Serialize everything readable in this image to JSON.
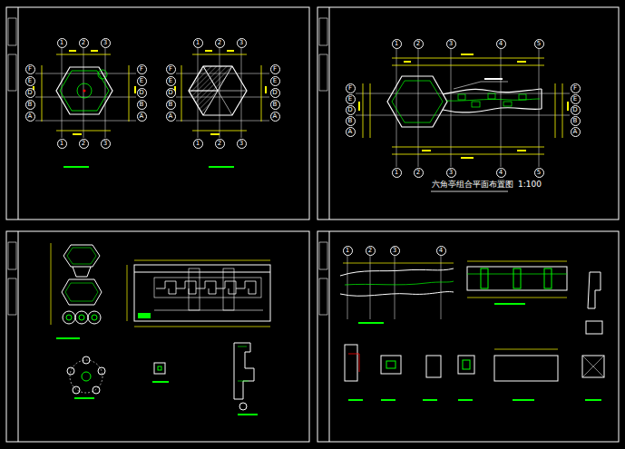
{
  "diagram": {
    "nodes": [
      {
        "text": [
          "1"
        ]
      },
      {
        "text": [
          "2"
        ]
      },
      {
        "text": [
          "3"
        ]
      },
      {
        "text": [
          "F"
        ]
      },
      {
        "text": [
          "E"
        ]
      },
      {
        "text": [
          "D"
        ]
      },
      {
        "text": [
          "B"
        ]
      },
      {
        "text": [
          "A"
        ]
      },
      {
        "text": [
          "F"
        ]
      },
      {
        "text": [
          "E"
        ]
      },
      {
        "text": [
          "D"
        ]
      },
      {
        "text": [
          "B"
        ]
      },
      {
        "text": [
          "A"
        ]
      },
      {
        "text": [
          "1"
        ]
      },
      {
        "text": [
          "2"
        ]
      },
      {
        "text": [
          "3"
        ]
      },
      {
        "text": [
          "1"
        ]
      },
      {
        "text": [
          "2"
        ]
      },
      {
        "text": [
          "3"
        ]
      },
      {
        "text": [
          "F"
        ]
      },
      {
        "text": [
          "E"
        ]
      },
      {
        "text": [
          "D"
        ]
      },
      {
        "text": [
          "B"
        ]
      },
      {
        "text": [
          "A"
        ]
      },
      {
        "text": [
          "F"
        ]
      },
      {
        "text": [
          "E"
        ]
      },
      {
        "text": [
          "D"
        ]
      },
      {
        "text": [
          "B"
        ]
      },
      {
        "text": [
          "A"
        ]
      },
      {
        "text": [
          "1"
        ]
      },
      {
        "text": [
          "2"
        ]
      },
      {
        "text": [
          "3"
        ]
      },
      {
        "text": [
          "1"
        ]
      },
      {
        "text": [
          "2"
        ]
      },
      {
        "text": [
          "3"
        ]
      },
      {
        "text": [
          "4"
        ]
      },
      {
        "text": [
          "5"
        ]
      },
      {
        "text": [
          "F"
        ]
      },
      {
        "text": [
          "E"
        ]
      },
      {
        "text": [
          "D"
        ]
      },
      {
        "text": [
          "B"
        ]
      },
      {
        "text": [
          "A"
        ]
      },
      {
        "text": [
          "F"
        ]
      },
      {
        "text": [
          "E"
        ]
      },
      {
        "text": [
          "D"
        ]
      },
      {
        "text": [
          "B"
        ]
      },
      {
        "text": [
          "A"
        ]
      },
      {
        "text": [
          "1"
        ]
      },
      {
        "text": [
          "2"
        ]
      },
      {
        "text": [
          "3"
        ]
      },
      {
        "text": [
          "4"
        ]
      },
      {
        "text": [
          "5"
        ]
      },
      {
        "text": [
          "1"
        ]
      },
      {
        "text": [
          "2"
        ]
      },
      {
        "text": [
          "3"
        ]
      },
      {
        "text": [
          "4"
        ]
      }
    ],
    "labels": [
      "六角亭组合平面布置图",
      "1:100"
    ]
  }
}
